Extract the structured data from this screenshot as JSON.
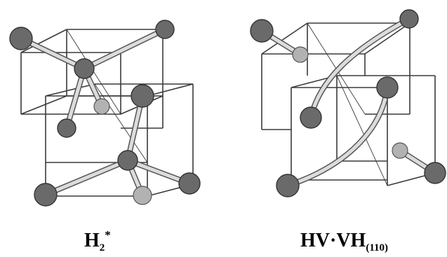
{
  "captions": {
    "left": {
      "main": "H",
      "sub": "2",
      "sup": "*"
    },
    "right": {
      "main": "HV·VH",
      "sub": "(110)"
    }
  },
  "colors": {
    "large_atom": "#6a6a6a",
    "small_atom": "#b2b2b2",
    "bond": "#dcdcdc",
    "cube_edge": "#3a3a3a"
  }
}
